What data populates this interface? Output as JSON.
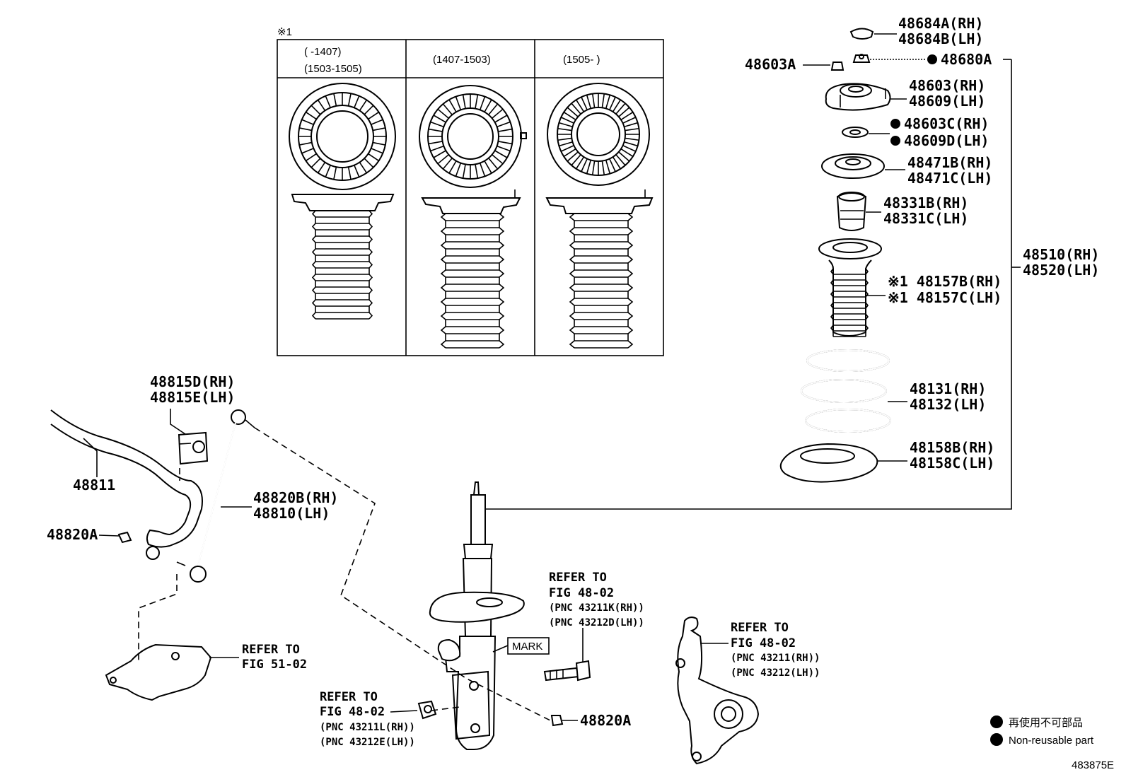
{
  "inset": {
    "note_mark": "※1",
    "col1_line1": "(    -1407)",
    "col1_line2": "(1503-1505)",
    "col2_line1": "(1407-1503)",
    "col3_line1": "(1505-    )"
  },
  "labels": {
    "p48684a": "48684A(RH)",
    "p48684b": "48684B(LH)",
    "p48603a": "48603A",
    "p48680a": "48680A",
    "p48603": "48603(RH)",
    "p48609": "48609(LH)",
    "p48603c": "48603C(RH)",
    "p48609d": "48609D(LH)",
    "p48471b": "48471B(RH)",
    "p48471c": "48471C(LH)",
    "p48331b": "48331B(RH)",
    "p48331c": "48331C(LH)",
    "p48510": "48510(RH)",
    "p48520": "48520(LH)",
    "p48157b": "※1 48157B(RH)",
    "p48157c": "※1 48157C(LH)",
    "p48131": "48131(RH)",
    "p48132": "48132(LH)",
    "p48158b": "48158B(RH)",
    "p48158c": "48158C(LH)",
    "p48815d": "48815D(RH)",
    "p48815e": "48815E(LH)",
    "p48811": "48811",
    "p48820b": "48820B(RH)",
    "p48810": "48810(LH)",
    "p48820a_left": "48820A",
    "p48820a_bottom": "48820A",
    "mark": "MARK"
  },
  "refs": {
    "ref1": {
      "l1": "REFER TO",
      "l2": "FIG 48-02",
      "l3": "(PNC 43211K(RH))",
      "l4": "(PNC 43212D(LH))"
    },
    "ref2": {
      "l1": "REFER TO",
      "l2": "FIG 48-02",
      "l3": "(PNC 43211(RH))",
      "l4": "(PNC 43212(LH))"
    },
    "ref3": {
      "l1": "REFER TO",
      "l2": "FIG 48-02",
      "l3": "(PNC 43211L(RH))",
      "l4": "(PNC 43212E(LH))"
    },
    "ref4": {
      "l1": "REFER TO",
      "l2": "FIG 51-02"
    }
  },
  "legend": {
    "line1": "再使用不可部品",
    "line2": "Non-reusable part"
  },
  "figure_id": "483875E"
}
